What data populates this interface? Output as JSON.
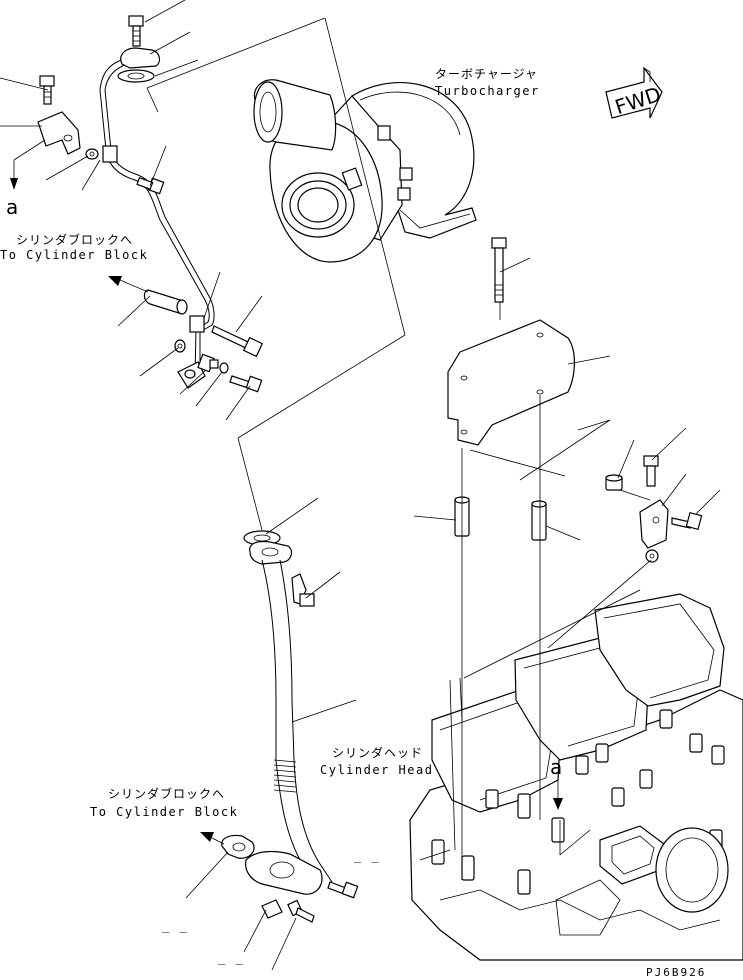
{
  "labels": {
    "turbo_jp": "ターボチャージャ",
    "turbo_en": "Turbocharger",
    "fwd": "FWD",
    "block_top_jp": "シリンダブロックへ",
    "block_top_en": "To Cylinder Block",
    "head_jp": "シリンダヘッド",
    "head_en": "Cylinder Head",
    "block_bottom_jp": "シリンダブロックへ",
    "block_bottom_en": "To Cylinder Block",
    "ref_a_top": "a",
    "ref_a_head": "a",
    "drawing_code": "PJ6B926",
    "dash_1": "_ _",
    "dash_2": "_ _",
    "dash_3": "_ _",
    "dash_4": "_ _"
  }
}
